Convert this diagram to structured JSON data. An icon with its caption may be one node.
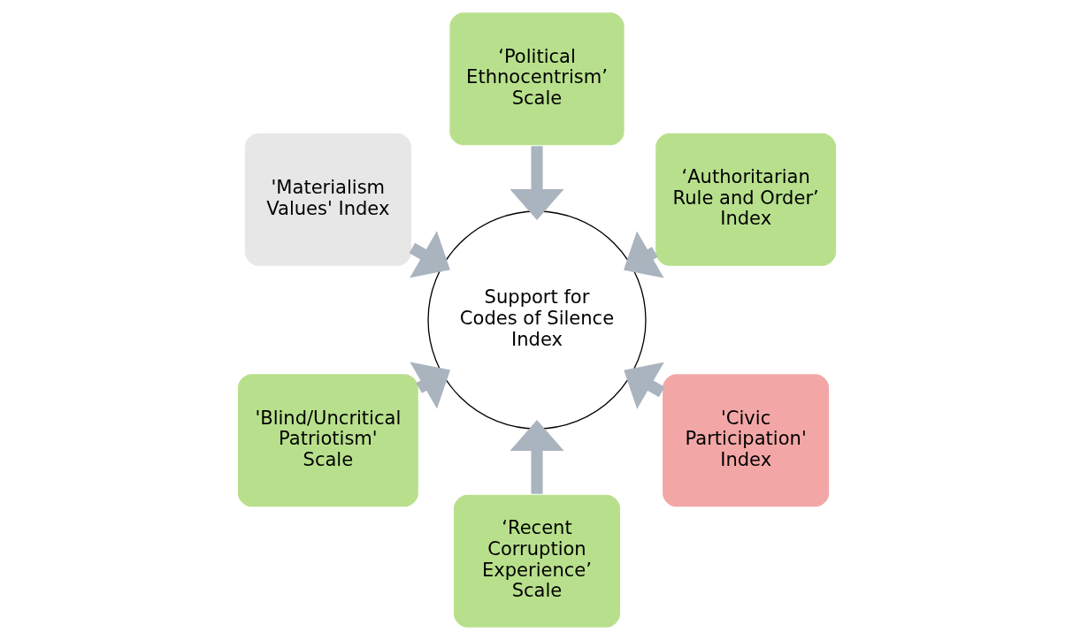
{
  "diagram": {
    "nodes": [
      {
        "text": [
          "‘Authoritarian Rule and Order’ Index"
        ]
      },
      {
        "text": [
          "‘Political Ethnocentrism’ Scale"
        ]
      },
      {
        "text": [
          "'Materialism Values' Index"
        ]
      },
      {
        "text": [
          "'Blind/Uncritical Patriotism' Scale"
        ]
      },
      {
        "text": [
          "‘Recent Corruption Experience’ Scale"
        ]
      },
      {
        "text": [
          "Support for Codes of Silence Index"
        ]
      },
      {
        "text": [
          "'Civic Participation' Index"
        ]
      }
    ],
    "edges": [
      {
        "from": 0,
        "to": 5,
        "arrow": "to"
      },
      {
        "from": 1,
        "to": 5,
        "arrow": "to"
      },
      {
        "from": 2,
        "to": 5,
        "arrow": "to"
      },
      {
        "from": 3,
        "to": 5,
        "arrow": "to"
      },
      {
        "from": 4,
        "to": 5,
        "arrow": "to"
      },
      {
        "from": 6,
        "to": 5,
        "arrow": "to"
      }
    ]
  }
}
